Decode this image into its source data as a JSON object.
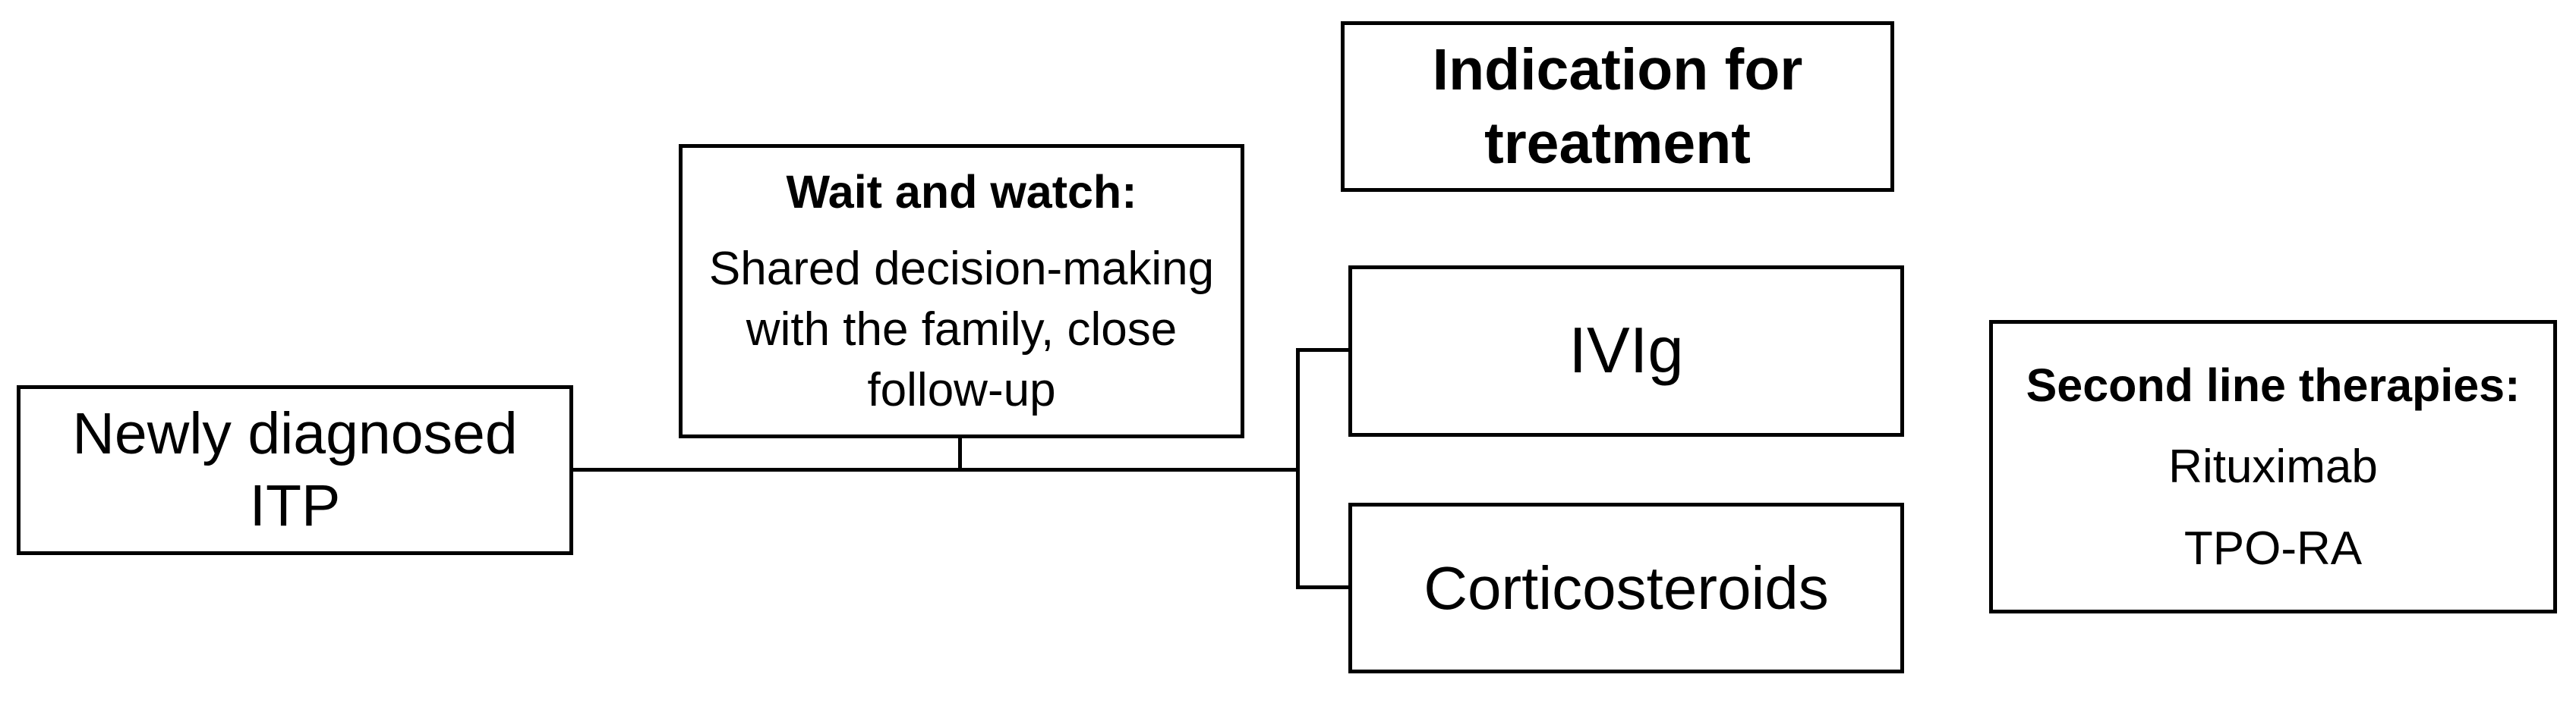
{
  "nodes": {
    "newly_diagnosed": {
      "lines": [
        "Newly diagnosed",
        "ITP"
      ]
    },
    "wait_and_watch": {
      "title": "Wait and watch:",
      "lines": [
        "Shared decision-making",
        "with the family, close",
        "follow-up"
      ]
    },
    "indication": {
      "lines": [
        "Indication for",
        "treatment"
      ]
    },
    "ivig": {
      "label": "IVIg"
    },
    "corticosteroids": {
      "label": "Corticosteroids"
    },
    "second_line": {
      "title": "Second line therapies:",
      "items": [
        "Rituximab",
        "TPO-RA"
      ]
    }
  }
}
